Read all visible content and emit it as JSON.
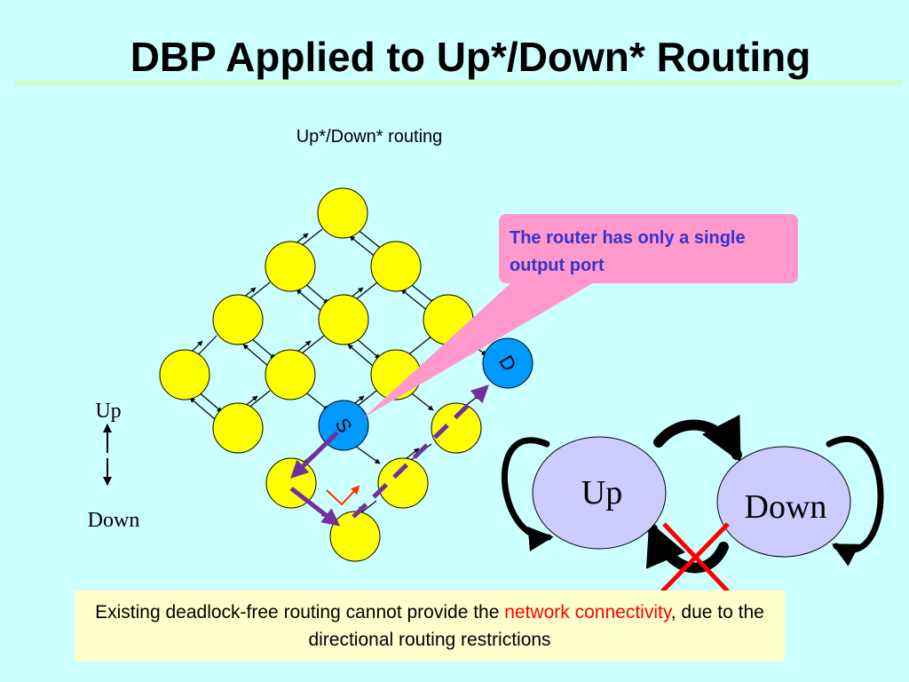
{
  "slide": {
    "title": "DBP Applied to Up*/Down* Routing"
  },
  "diagram": {
    "caption": "Up*/Down* routing",
    "source_label": "S",
    "dest_label": "D",
    "axis_up_label": "Up",
    "axis_down_label": "Down"
  },
  "callout": {
    "text": "The router has only a single output port"
  },
  "state_diagram": {
    "up_label": "Up",
    "down_label": "Down"
  },
  "footer": {
    "text_part1": "Existing deadlock-free routing cannot provide the ",
    "text_highlight": "network connectivity",
    "text_part2": ", due to the directional routing restrictions"
  },
  "colors": {
    "background": "#ccffff",
    "node_fill": "#ffff00",
    "special_node_fill": "#0099ff",
    "path_color": "#7030a0",
    "callout_fill": "#ff99cc",
    "state_fill": "#ccccff",
    "footer_fill": "#ffffcc",
    "highlight": "#ff0000"
  }
}
